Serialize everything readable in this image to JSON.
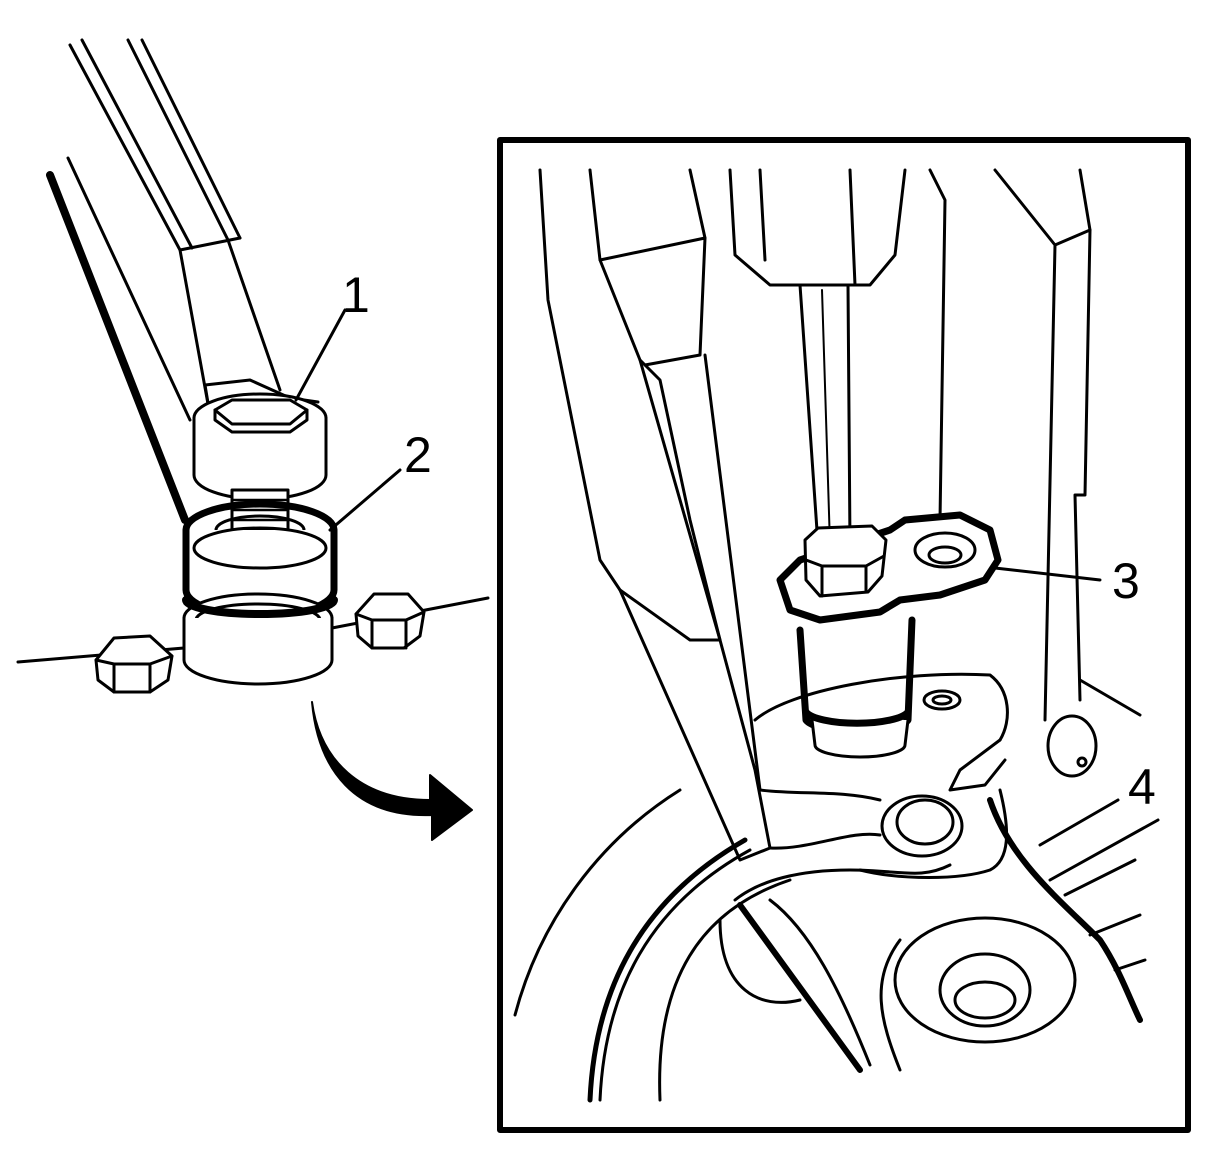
{
  "callouts": [
    {
      "number": "1"
    },
    {
      "number": "2"
    },
    {
      "number": "3"
    },
    {
      "number": "4"
    }
  ],
  "colors": {
    "ink": "#000000",
    "paper": "#ffffff"
  }
}
